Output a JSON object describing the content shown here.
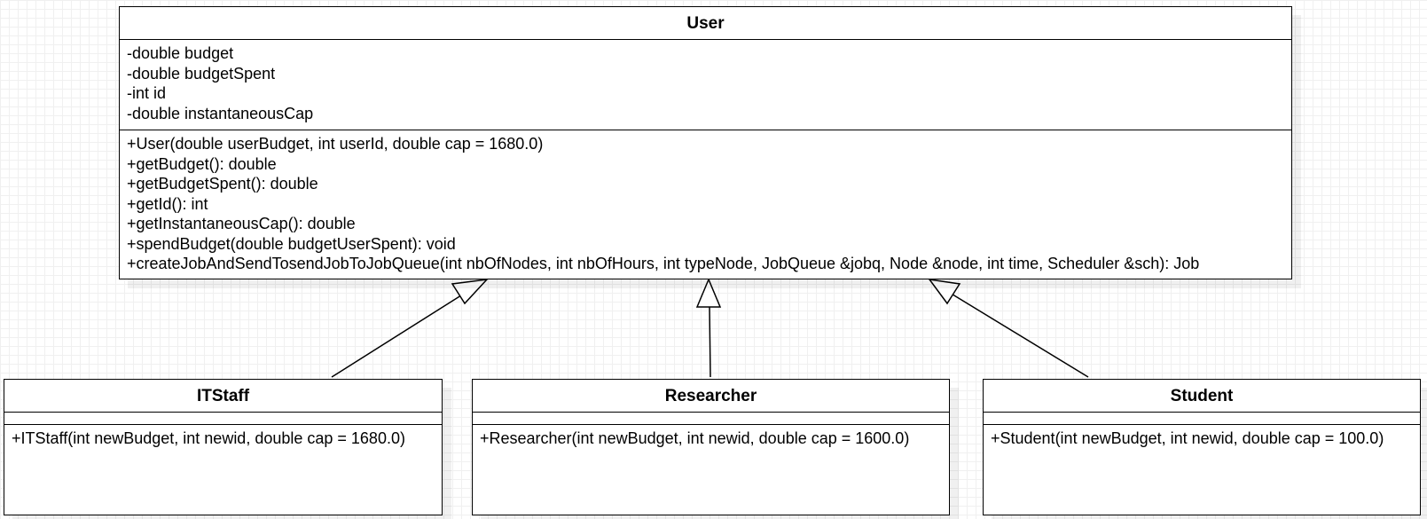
{
  "diagram": {
    "classes": [
      {
        "id": "user",
        "name": "User",
        "attributes": [
          "-double budget",
          "-double budgetSpent",
          "-int id",
          "-double instantaneousCap"
        ],
        "methods": [
          "+User(double userBudget, int userId, double cap = 1680.0)",
          "+getBudget(): double",
          "+getBudgetSpent(): double",
          "+getId(): int",
          "+getInstantaneousCap(): double",
          "+spendBudget(double budgetUserSpent): void",
          "+createJobAndSendTosendJobToJobQueue(int nbOfNodes, int nbOfHours, int typeNode, JobQueue &jobq, Node &node, int time, Scheduler &sch): Job"
        ]
      },
      {
        "id": "itstaff",
        "name": "ITStaff",
        "attributes": [],
        "methods": [
          "+ITStaff(int newBudget, int newid, double cap = 1680.0)"
        ]
      },
      {
        "id": "researcher",
        "name": "Researcher",
        "attributes": [],
        "methods": [
          "+Researcher(int newBudget, int newid, double cap = 1600.0)"
        ]
      },
      {
        "id": "student",
        "name": "Student",
        "attributes": [],
        "methods": [
          "+Student(int newBudget, int newid, double cap = 100.0)"
        ]
      }
    ],
    "relations": [
      {
        "type": "generalization",
        "from": "ITStaff",
        "to": "User"
      },
      {
        "type": "generalization",
        "from": "Researcher",
        "to": "User"
      },
      {
        "type": "generalization",
        "from": "Student",
        "to": "User"
      }
    ],
    "colors": {
      "stroke": "#000000",
      "fill": "#ffffff",
      "grid": "#f0f0f0"
    }
  }
}
